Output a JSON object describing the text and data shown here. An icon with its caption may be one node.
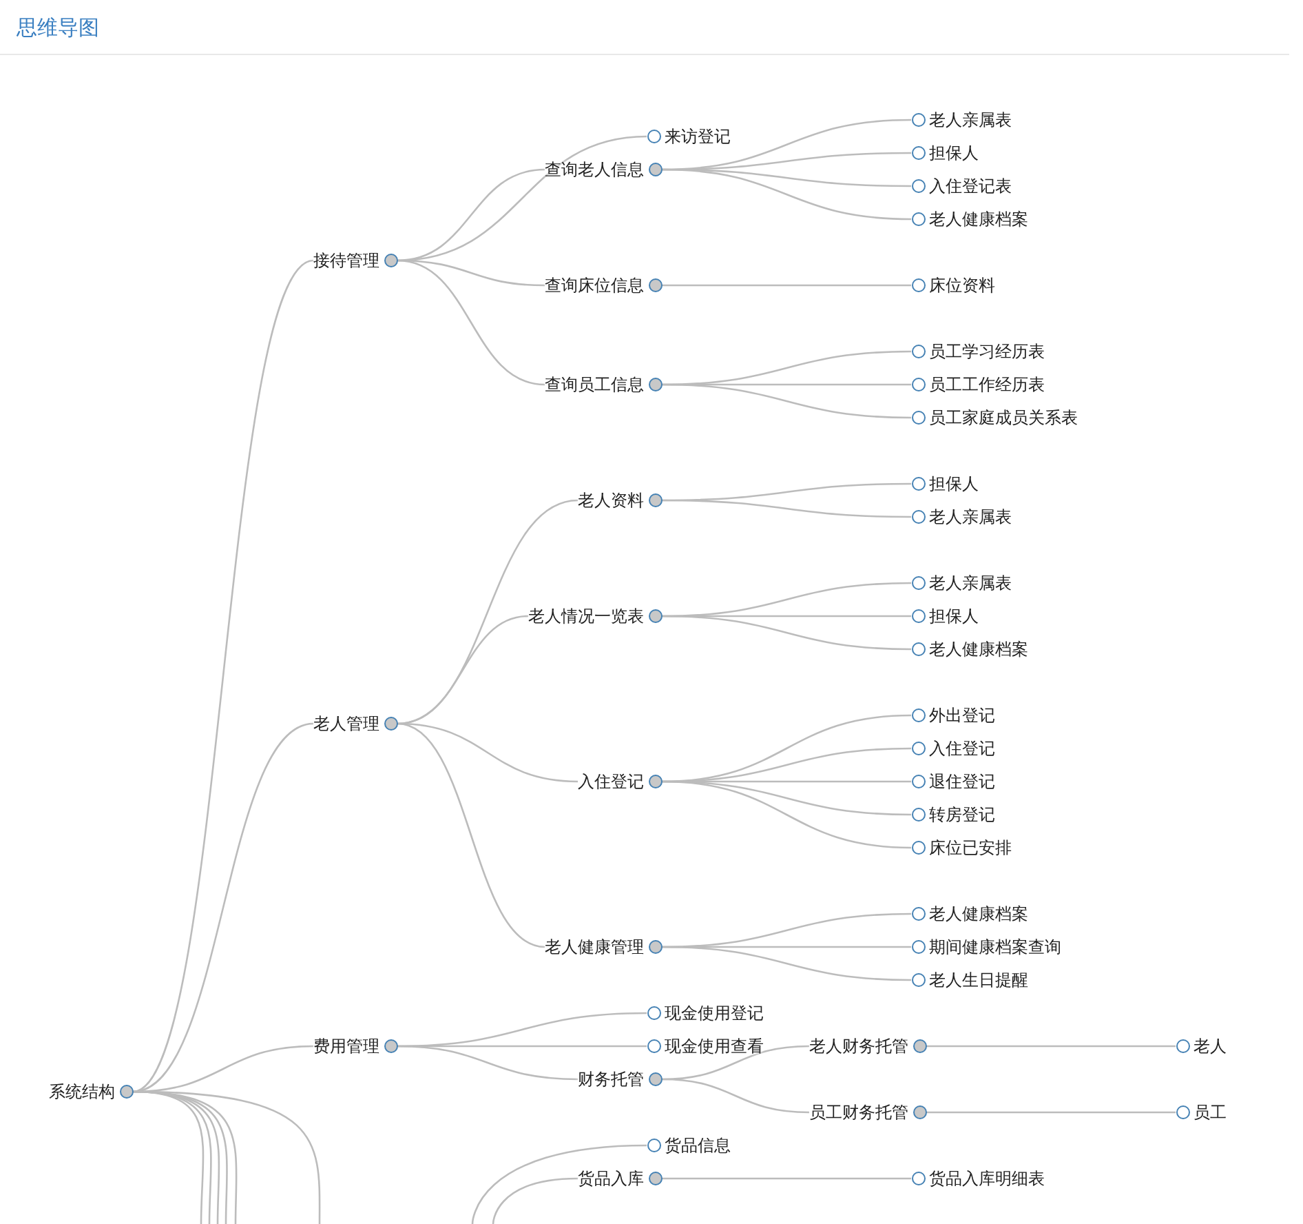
{
  "diagram": {
    "title": "思维导图",
    "nodes": [
      {
        "text": [
          "系统结构"
        ]
      },
      {
        "text": [
          "接待管理"
        ]
      },
      {
        "text": [
          "来访登记"
        ]
      },
      {
        "text": [
          "查询老人信息"
        ]
      },
      {
        "text": [
          "老人亲属表"
        ]
      },
      {
        "text": [
          "担保人"
        ]
      },
      {
        "text": [
          "入住登记表"
        ]
      },
      {
        "text": [
          "老人健康档案"
        ]
      },
      {
        "text": [
          "查询床位信息"
        ]
      },
      {
        "text": [
          "床位资料"
        ]
      },
      {
        "text": [
          "查询员工信息"
        ]
      },
      {
        "text": [
          "员工学习经历表"
        ]
      },
      {
        "text": [
          "员工工作经历表"
        ]
      },
      {
        "text": [
          "员工家庭成员关系表"
        ]
      },
      {
        "text": [
          "老人管理"
        ]
      },
      {
        "text": [
          "老人资料"
        ]
      },
      {
        "text": [
          "担保人"
        ]
      },
      {
        "text": [
          "老人亲属表"
        ]
      },
      {
        "text": [
          "老人情况一览表"
        ]
      },
      {
        "text": [
          "老人亲属表"
        ]
      },
      {
        "text": [
          "担保人"
        ]
      },
      {
        "text": [
          "老人健康档案"
        ]
      },
      {
        "text": [
          "入住登记"
        ]
      },
      {
        "text": [
          "外出登记"
        ]
      },
      {
        "text": [
          "入住登记"
        ]
      },
      {
        "text": [
          "退住登记"
        ]
      },
      {
        "text": [
          "转房登记"
        ]
      },
      {
        "text": [
          "床位已安排"
        ]
      },
      {
        "text": [
          "老人健康管理"
        ]
      },
      {
        "text": [
          "老人健康档案"
        ]
      },
      {
        "text": [
          "期间健康档案查询"
        ]
      },
      {
        "text": [
          "老人生日提醒"
        ]
      },
      {
        "text": [
          "费用管理"
        ]
      },
      {
        "text": [
          "现金使用登记"
        ]
      },
      {
        "text": [
          "现金使用查看"
        ]
      },
      {
        "text": [
          "财务托管"
        ]
      },
      {
        "text": [
          "老人财务托管"
        ]
      },
      {
        "text": [
          "老人"
        ]
      },
      {
        "text": [
          "员工财务托管"
        ]
      },
      {
        "text": [
          "员工"
        ]
      },
      {
        "text": [
          "货品信息"
        ]
      },
      {
        "text": [
          "货品入库"
        ]
      },
      {
        "text": [
          "货品入库明细表"
        ]
      }
    ],
    "edges": [
      {
        "from": 0,
        "to": 1,
        "arrow": "none"
      },
      {
        "from": 1,
        "to": 2,
        "arrow": "none"
      },
      {
        "from": 1,
        "to": 3,
        "arrow": "none"
      },
      {
        "from": 3,
        "to": 4,
        "arrow": "none"
      },
      {
        "from": 3,
        "to": 5,
        "arrow": "none"
      },
      {
        "from": 3,
        "to": 6,
        "arrow": "none"
      },
      {
        "from": 3,
        "to": 7,
        "arrow": "none"
      },
      {
        "from": 1,
        "to": 8,
        "arrow": "none"
      },
      {
        "from": 8,
        "to": 9,
        "arrow": "none"
      },
      {
        "from": 1,
        "to": 10,
        "arrow": "none"
      },
      {
        "from": 10,
        "to": 11,
        "arrow": "none"
      },
      {
        "from": 10,
        "to": 12,
        "arrow": "none"
      },
      {
        "from": 10,
        "to": 13,
        "arrow": "none"
      },
      {
        "from": 0,
        "to": 14,
        "arrow": "none"
      },
      {
        "from": 14,
        "to": 15,
        "arrow": "none"
      },
      {
        "from": 15,
        "to": 16,
        "arrow": "none"
      },
      {
        "from": 15,
        "to": 17,
        "arrow": "none"
      },
      {
        "from": 14,
        "to": 18,
        "arrow": "none"
      },
      {
        "from": 18,
        "to": 19,
        "arrow": "none"
      },
      {
        "from": 18,
        "to": 20,
        "arrow": "none"
      },
      {
        "from": 18,
        "to": 21,
        "arrow": "none"
      },
      {
        "from": 14,
        "to": 22,
        "arrow": "none"
      },
      {
        "from": 22,
        "to": 23,
        "arrow": "none"
      },
      {
        "from": 22,
        "to": 24,
        "arrow": "none"
      },
      {
        "from": 22,
        "to": 25,
        "arrow": "none"
      },
      {
        "from": 22,
        "to": 26,
        "arrow": "none"
      },
      {
        "from": 22,
        "to": 27,
        "arrow": "none"
      },
      {
        "from": 14,
        "to": 28,
        "arrow": "none"
      },
      {
        "from": 28,
        "to": 29,
        "arrow": "none"
      },
      {
        "from": 28,
        "to": 30,
        "arrow": "none"
      },
      {
        "from": 28,
        "to": 31,
        "arrow": "none"
      },
      {
        "from": 0,
        "to": 32,
        "arrow": "none"
      },
      {
        "from": 32,
        "to": 33,
        "arrow": "none"
      },
      {
        "from": 32,
        "to": 34,
        "arrow": "none"
      },
      {
        "from": 32,
        "to": 35,
        "arrow": "none"
      },
      {
        "from": 35,
        "to": 36,
        "arrow": "none"
      },
      {
        "from": 36,
        "to": 37,
        "arrow": "none"
      },
      {
        "from": 35,
        "to": 38,
        "arrow": "none"
      },
      {
        "from": 38,
        "to": 39,
        "arrow": "none"
      },
      {
        "from": 0,
        "to": null,
        "arrow": "none"
      },
      {
        "from": 0,
        "to": null,
        "arrow": "none"
      },
      {
        "from": 0,
        "to": null,
        "arrow": "none"
      },
      {
        "from": 0,
        "to": null,
        "arrow": "none"
      },
      {
        "from": 0,
        "to": null,
        "arrow": "none"
      },
      {
        "from": 0,
        "to": null,
        "arrow": "none"
      },
      {
        "from": null,
        "to": 40,
        "arrow": "none"
      },
      {
        "from": null,
        "to": 41,
        "arrow": "none"
      },
      {
        "from": 41,
        "to": 42,
        "arrow": "none"
      }
    ]
  }
}
